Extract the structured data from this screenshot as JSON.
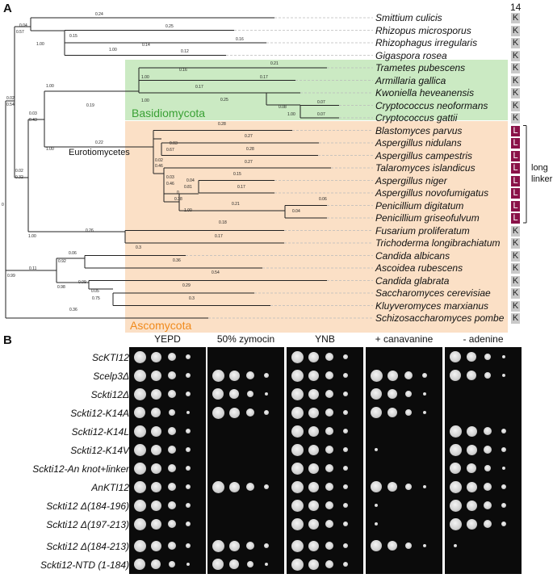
{
  "panel_a": {
    "letter": "A",
    "residue_header": "14",
    "species": [
      {
        "name": "Smittium culicis",
        "res": "K",
        "linker": false
      },
      {
        "name": "Rhizopus microsporus",
        "res": "K",
        "linker": false
      },
      {
        "name": "Rhizophagus irregularis",
        "res": "K",
        "linker": false
      },
      {
        "name": "Gigaspora rosea",
        "res": "K",
        "linker": false
      },
      {
        "name": "Trametes pubescens",
        "res": "K",
        "linker": false
      },
      {
        "name": "Armillaria gallica",
        "res": "K",
        "linker": false
      },
      {
        "name": "Kwoniella heveanensis",
        "res": "K",
        "linker": false
      },
      {
        "name": "Cryptococcus neoformans",
        "res": "K",
        "linker": false
      },
      {
        "name": "Cryptococcus gattii",
        "res": "K",
        "linker": false
      },
      {
        "name": "Blastomyces parvus",
        "res": "L",
        "linker": true
      },
      {
        "name": "Aspergillus nidulans",
        "res": "L",
        "linker": true
      },
      {
        "name": "Aspergillus campestris",
        "res": "L",
        "linker": true
      },
      {
        "name": "Talaromyces islandicus",
        "res": "L",
        "linker": true
      },
      {
        "name": "Aspergillus niger",
        "res": "L",
        "linker": true
      },
      {
        "name": "Aspergillus novofumigatus",
        "res": "L",
        "linker": true
      },
      {
        "name": "Penicillium digitatum",
        "res": "L",
        "linker": true
      },
      {
        "name": "Penicillium griseofulvum",
        "res": "L",
        "linker": true
      },
      {
        "name": "Fusarium proliferatum",
        "res": "K",
        "linker": false
      },
      {
        "name": "Trichoderma longibrachiatum",
        "res": "K",
        "linker": false
      },
      {
        "name": "Candida albicans",
        "res": "K",
        "linker": false
      },
      {
        "name": "Ascoidea rubescens",
        "res": "K",
        "linker": false
      },
      {
        "name": "Candida glabrata",
        "res": "K",
        "linker": false
      },
      {
        "name": "Saccharomyces cerevisiae",
        "res": "K",
        "linker": false
      },
      {
        "name": "Kluyveromyces marxianus",
        "res": "K",
        "linker": false
      },
      {
        "name": "Schizosaccharomyces pombe",
        "res": "K",
        "linker": false
      }
    ],
    "clades": {
      "basidio": "Basidiomycota",
      "asco": "Ascomycota",
      "euro": "Eurotiomycetes",
      "basidio_color": "#cbeac3",
      "asco_color": "#fbe0c6",
      "basidio_text_color": "#3aa135",
      "asco_text_color": "#f08a1c"
    },
    "long_linker_label_1": "long",
    "long_linker_label_2": "linker",
    "branch_labels": {
      "b1": "0.24",
      "b2": "0.25",
      "b3": "0.16",
      "b4": "0.12",
      "b5": "0.14",
      "b6": "0.15",
      "b7": "0.04",
      "b8": "0.57",
      "b9": "1.00",
      "b10": "1.00",
      "b11": "0.21",
      "b12": "0.17",
      "b13": "0.16",
      "b14": "0.17",
      "b15": "0.25",
      "b16": "0.07",
      "b17": "0.07",
      "b18": "0.08",
      "b19": "1.00",
      "b20": "1.00",
      "b21": "1.00",
      "b22": "0.19",
      "b23": "1.00",
      "b24": "0.02",
      "b25": "0.54",
      "b26": "0.03",
      "b27": "0.43",
      "b28": "0.28",
      "b29": "0.27",
      "b30": "0.28",
      "b31": "0.03",
      "b32": "0.67",
      "b33": "0.22",
      "b34": "1.00",
      "b35": "0.02",
      "b36": "0.46",
      "b37": "0.27",
      "b38": "0.03",
      "b39": "0.46",
      "b40": "0.04",
      "b41": "0.81",
      "b42": "0.15",
      "b43": "0.17",
      "b44": "0",
      "b45": "0.38",
      "b46": "0.06",
      "b47": "0.04",
      "b48": "0.21",
      "b49": "1.00",
      "b50": "0.02",
      "b51": "0.32",
      "b52": "0.18",
      "b53": "0.17",
      "b54": "0.26",
      "b55": "1.00",
      "b56": "0.06",
      "b57": "0.92",
      "b58": "0.3",
      "b59": "0.36",
      "b60": "0.54",
      "b61": "0.11",
      "b62": "0.99",
      "b63": "0.29",
      "b64": "0.3",
      "b65": "0.05",
      "b66": "0.75",
      "b67": "0.09",
      "b68": "0.98",
      "b69": "0.36",
      "b70": "0"
    }
  },
  "panel_b": {
    "letter": "B",
    "conditions": [
      "YEPD",
      "50% zymocin",
      "YNB",
      "+ canavanine",
      "- adenine"
    ],
    "strains": [
      "ScKTI12",
      "Scelp3Δ",
      "Sckti12Δ",
      "Sckti12-K14A",
      "Sckti12-K14L",
      "Sckti12-K14V",
      "Sckti12-An knot+linker",
      "AnKTI12",
      "Sckti12 Δ(184-196)",
      "Sckti12 Δ(197-213)",
      "Sckti12 Δ(184-213)",
      "Sckti12-NTD (1-184)"
    ],
    "growth": [
      [
        4,
        0,
        4,
        0,
        3
      ],
      [
        4,
        4,
        4,
        4,
        3
      ],
      [
        4,
        3,
        4,
        3,
        0
      ],
      [
        3,
        4,
        4,
        3,
        0
      ],
      [
        4,
        0,
        4,
        0,
        4
      ],
      [
        4,
        0,
        4,
        1,
        4
      ],
      [
        4,
        0,
        4,
        0,
        3
      ],
      [
        4,
        4,
        4,
        3,
        4
      ],
      [
        4,
        0,
        4,
        1,
        4
      ],
      [
        4,
        0,
        4,
        1,
        4
      ],
      [
        4,
        4,
        4,
        3,
        1
      ],
      [
        3,
        3,
        4,
        0,
        0
      ]
    ]
  }
}
